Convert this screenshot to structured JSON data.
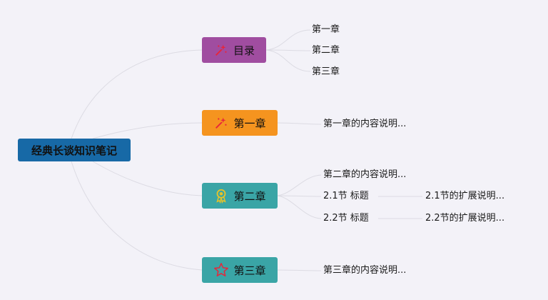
{
  "root": {
    "label": "经典长谈知识笔记",
    "color": "#1769a6"
  },
  "topics": [
    {
      "label": "目录",
      "icon": "sparkle-icon",
      "color": "#a04da0",
      "children": [
        "第一章",
        "第二章",
        "第三章"
      ]
    },
    {
      "label": "第一章",
      "icon": "sparkle-icon",
      "color": "#f5941f",
      "children": [
        "第一章的内容说明..."
      ]
    },
    {
      "label": "第二章",
      "icon": "award-ribbon-icon",
      "color": "#3aa5a6",
      "children": [
        "第二章的内容说明...",
        "2.1节 标题",
        "2.2节 标题"
      ],
      "subchildren": [
        {
          "parent": "2.1节 标题",
          "label": "2.1节的扩展说明..."
        },
        {
          "parent": "2.2节 标题",
          "label": "2.2节的扩展说明..."
        }
      ]
    },
    {
      "label": "第三章",
      "icon": "star-icon",
      "color": "#3aa5a6",
      "children": [
        "第三章的内容说明..."
      ]
    }
  ]
}
